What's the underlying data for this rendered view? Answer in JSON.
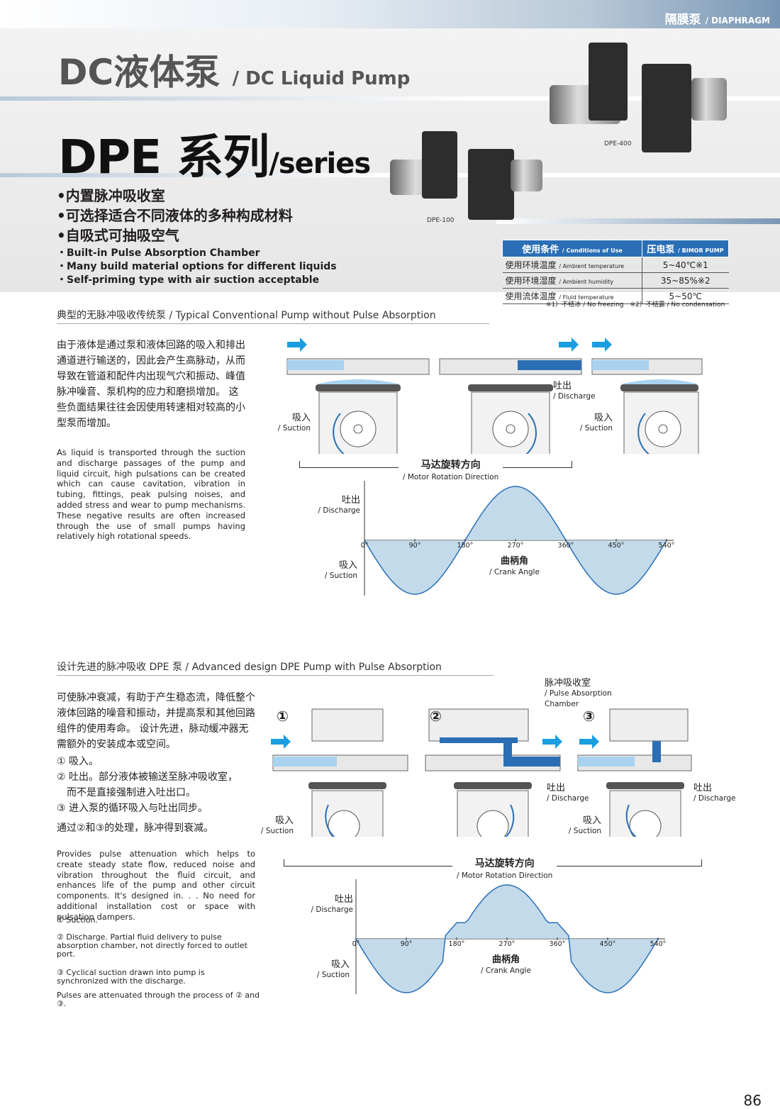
{
  "header": {
    "category_cn": "隔膜泵",
    "category_en": "/ DIAPHRAGM"
  },
  "title": {
    "cn": "DC液体泵",
    "en": "/ DC Liquid Pump"
  },
  "series": {
    "cn": "DPE 系列",
    "en": "/series"
  },
  "features_cn": [
    "•内置脉冲吸收室",
    "•可选择适合不同液体的多种构成材料",
    "•自吸式可抽吸空气"
  ],
  "features_en": [
    "・Built-in Pulse Absorption Chamber",
    "・Many build material options for different liquids",
    "・Self-priming type with air suction acceptable"
  ],
  "products": {
    "a": "DPE-100",
    "b": "DPE-400"
  },
  "conditions": {
    "header_cn": "使用条件",
    "header_en": "/ Conditions of Use",
    "col_cn": "压电泵",
    "col_en": "/ BIMOR PUMP",
    "rows": [
      {
        "cn": "使用环境温度",
        "en": "/ Ambient temperature",
        "value": "5~40℃※1"
      },
      {
        "cn": "使用环境湿度",
        "en": "/ Ambient humidity",
        "value": "35~85%※2"
      },
      {
        "cn": "使用流体温度",
        "en": "/ Fluid temperature",
        "value": "5~50℃"
      }
    ],
    "notes": "※1）不结冰 / No freezing　※2）不结露 / No condensation"
  },
  "section1": {
    "title_cn": "典型的无脉冲吸收传统泵",
    "title_en": "/ Typical Conventional Pump without Pulse Absorption",
    "body_cn": "由于液体是通过泵和液体回路的吸入和排出通道进行输送的，因此会产生高脉动，从而导致在管道和配件内出现气穴和振动、峰值脉冲噪音、泵机构的应力和磨损增加。 这些负面结果往往会因使用转速相对较高的小型泵而增加。",
    "body_en": "As liquid is transported through the suction and discharge passages of the pump and liquid circuit, high pulsations can be created which can cause cavitation, vibration in tubing, fittings, peak pulsing noises, and added stress and wear to pump mechanisms. These negative results are often increased through the use of small pumps having relatively high rotational speeds."
  },
  "section2": {
    "title_cn": "设计先进的脉冲吸收 DPE 泵",
    "title_en": "/ Advanced design DPE Pump with Pulse Absorption",
    "body_cn": "可使脉冲衰减，有助于产生稳态流，降低整个液体回路的噪音和振动，并提高泵和其他回路组件的使用寿命。 设计先进，脉动缓冲器无需额外的安装成本或空间。",
    "steps_cn": [
      "① 吸入。",
      "② 吐出。部分液体被输送至脉冲吸收室，",
      "　而不是直接强制进入吐出口。",
      "③ 进入泵的循环吸入与吐出同步。"
    ],
    "summary_cn": "通过②和③的处理，脉冲得到衰减。",
    "body_en": "Provides pulse attenuation which helps to create steady state flow, reduced noise and vibration throughout the fluid circuit, and enhances life of the pump and other circuit components. It's designed in. . . No need for additional installation cost or space with pulsation dampers.",
    "steps_en": [
      "① Suction.",
      "② Discharge. Partial fluid delivery to pulse absorption chamber, not directly forced to outlet port.",
      "③ Cyclical suction drawn into pump is synchronized with the discharge."
    ],
    "summary_en": "Pulses are attenuated through the process of ② and ③."
  },
  "labels": {
    "suction_cn": "吸入",
    "suction_en": "/ Suction",
    "discharge_cn": "吐出",
    "discharge_en": "/ Discharge",
    "rotation_cn": "马达旋转方向",
    "rotation_en": "/ Motor Rotation Direction",
    "crank_cn": "曲柄角",
    "crank_en": "/ Crank Angle",
    "chamber_cn": "脉冲吸收室",
    "chamber_en": "/ Pulse Absorption Chamber",
    "ticks": [
      "0°",
      "90°",
      "180°",
      "270°",
      "360°",
      "450°",
      "540°"
    ],
    "circled": [
      "①",
      "②",
      "③"
    ]
  },
  "colors": {
    "blue": "#2a6fb5",
    "light_blue": "#a9d2ef",
    "arrow": "#1a9ee0",
    "fill": "#b8d4e6"
  },
  "chart_data": [
    {
      "type": "line",
      "x": [
        0,
        90,
        180,
        270,
        360,
        450,
        540
      ],
      "y": [
        0,
        -1,
        0,
        1,
        0,
        -1,
        0
      ],
      "xlabel": "/ Crank Angle",
      "ylabel": "",
      "xlim": [
        0,
        540
      ]
    },
    {
      "type": "area",
      "x": [
        0,
        90,
        180,
        270,
        360,
        450,
        540
      ],
      "y": [
        0,
        -1,
        0.3,
        1,
        0.3,
        -1,
        0
      ],
      "xlabel": "/ Crank Angle",
      "ylabel": "",
      "xlim": [
        0,
        540
      ]
    }
  ],
  "page_number": "86"
}
